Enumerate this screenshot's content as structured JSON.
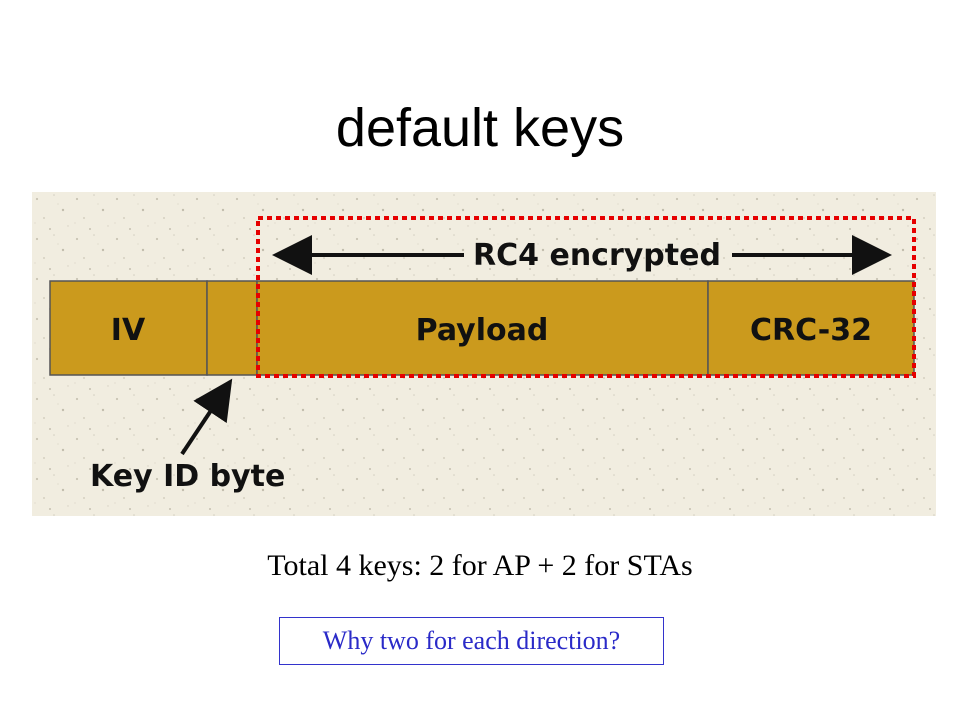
{
  "slide": {
    "title": "default keys",
    "summary": "Total 4 keys: 2 for AP + 2 for STAs",
    "question": "Why two for each direction?"
  },
  "diagram": {
    "encrypted_label": "RC4 encrypted",
    "fields": {
      "iv": "IV",
      "key_id": "",
      "payload": "Payload",
      "crc": "CRC-32"
    },
    "pointer_label": "Key ID byte",
    "colors": {
      "field_fill": "#cb9a1d",
      "field_stroke": "#555555",
      "dashed_box": "#e60000",
      "background": "#f1ede0",
      "question_text": "#2a2ac8"
    }
  }
}
